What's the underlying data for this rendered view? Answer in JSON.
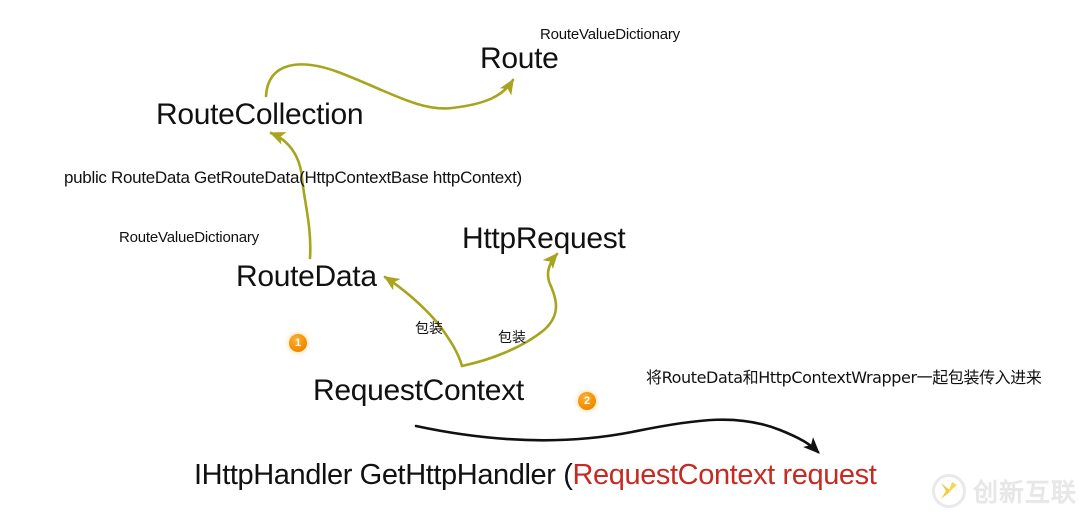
{
  "diagram": {
    "title": "ASP.NET MVC routing flow diagram",
    "background_color": "#ffffff",
    "arrow_color_primary": "#A8A41E",
    "arrow_color_secondary": "#000000",
    "highlight_color": "#C52B22",
    "badge_color": "#F59000",
    "nodes": [
      {
        "id": "route_value_dictionary_top",
        "label": "RouteValueDictionary"
      },
      {
        "id": "route",
        "label": "Route"
      },
      {
        "id": "route_collection",
        "label": "RouteCollection"
      },
      {
        "id": "method_signature",
        "label": "public RouteData GetRouteData(HttpContextBase httpContext)"
      },
      {
        "id": "route_value_dictionary_left",
        "label": "RouteValueDictionary"
      },
      {
        "id": "http_request",
        "label": "HttpRequest"
      },
      {
        "id": "route_data",
        "label": "RouteData"
      },
      {
        "id": "request_context",
        "label": "RequestContext"
      }
    ],
    "edge_labels": {
      "wrap_left": "包装",
      "wrap_right": "包装"
    },
    "annotation": "将RouteData和HttpContextWrapper一起包装传入进来",
    "badges": [
      {
        "id": "badge-1",
        "label": "1"
      },
      {
        "id": "badge-2",
        "label": "2"
      }
    ],
    "handler_line": {
      "prefix": "IHttpHandler GetHttpHandler (",
      "highlight": "RequestContext request"
    },
    "watermark": {
      "text": "创新互联"
    }
  }
}
